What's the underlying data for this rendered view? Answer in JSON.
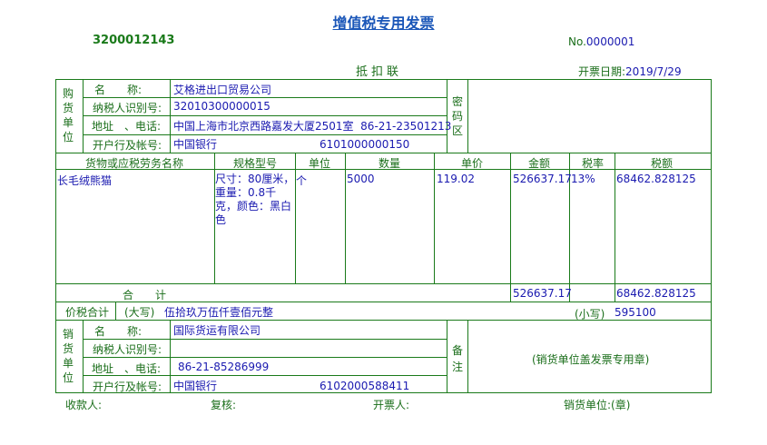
{
  "invoice": {
    "title": "增值税专用发票",
    "code": "3200012143",
    "number_label": "No.",
    "number": "0000001",
    "copy_type": "抵扣联",
    "date_label": "开票日期:",
    "date": "2019/7/29"
  },
  "buyer": {
    "section_label": "购货单位",
    "name_label": "名　　称:",
    "name": "艾格进出口贸易公司",
    "taxid_label": "纳税人识别号:",
    "taxid": "32010300000015",
    "address_label": "地址　、电话:",
    "address": "中国上海市北京西路嘉发大厦2501室  86-21-23501213",
    "bank_label": "开户行及帐号:",
    "bank": "中国银行",
    "account": "6101000000150"
  },
  "password_area": {
    "label": "密码区"
  },
  "items_table": {
    "headers": [
      "货物或应税劳务名称",
      "规格型号",
      "单位",
      "数量",
      "单价",
      "金额",
      "税率",
      "税额"
    ],
    "rows": [
      {
        "name": "长毛绒熊猫",
        "spec": "尺寸：80厘米，重量：0.8千克，颜色：黑白色",
        "unit": "个",
        "quantity": "5000",
        "unit_price": "119.02",
        "amount": "526637.17",
        "tax_rate": "13%",
        "tax_amount": "68462.828125"
      }
    ],
    "total_label": "合　　计",
    "total_amount": "526637.17",
    "total_tax": "68462.828125"
  },
  "total_with_tax": {
    "label": "价税合计",
    "upper_label": "(大写)",
    "upper_value": "伍拾玖万伍仟壹佰元整",
    "lower_label": "(小写)",
    "lower_value": "595100"
  },
  "seller": {
    "section_label": "销货单位",
    "name_label": "名　　称:",
    "name": "国际货运有限公司",
    "taxid_label": "纳税人识别号:",
    "taxid": "",
    "address_label": "地址　、电话:",
    "address": "86-21-85286999",
    "bank_label": "开户行及帐号:",
    "bank": "中国银行",
    "account": "6102000588411"
  },
  "remarks": {
    "label": "备注",
    "seal_note": "(销货单位盖发票专用章)"
  },
  "footer": {
    "payee_label": "收款人:",
    "reviewer_label": "复核:",
    "issuer_label": "开票人:",
    "seller_label": "销货单位:(章)"
  }
}
